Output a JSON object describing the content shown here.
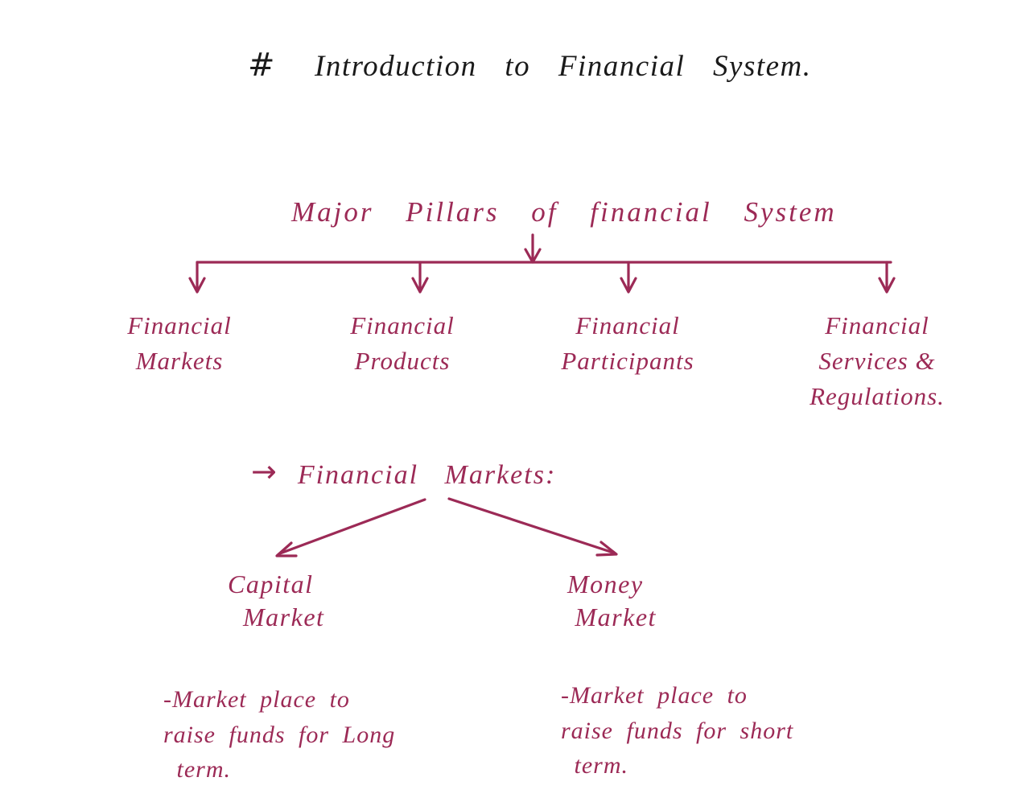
{
  "ink": {
    "title_color": "#1a1a1a",
    "diagram_color": "#9c2a56",
    "background": "#ffffff"
  },
  "header": {
    "marker": "#",
    "title": "Introduction to Financial System."
  },
  "pillars_diagram": {
    "heading": "Major Pillars of financial System",
    "pillars": [
      {
        "label": "Financial\nMarkets"
      },
      {
        "label": "Financial\nProducts"
      },
      {
        "label": "Financial\nParticipants"
      },
      {
        "label": "Financial\nServices &\nRegulations."
      }
    ]
  },
  "markets_section": {
    "arrow": "→",
    "heading": "Financial Markets:",
    "branches": [
      {
        "label": "Capital\n  Market",
        "note": "-Market place to\nraise funds for Long\n term."
      },
      {
        "label": "Money\n Market",
        "note": "-Market place to\nraise funds for short\n term."
      }
    ]
  }
}
